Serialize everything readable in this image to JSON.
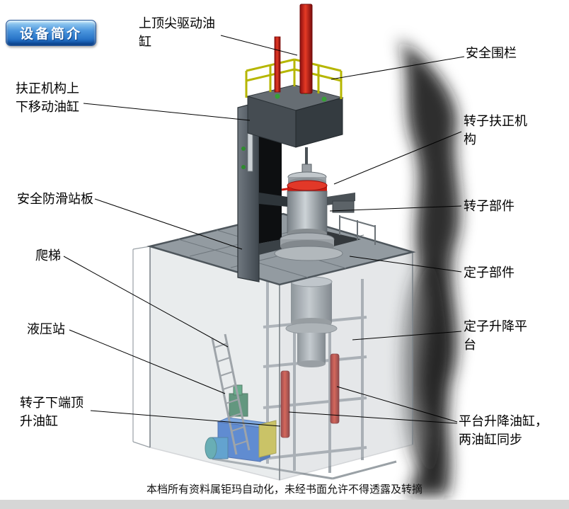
{
  "badge": {
    "label": "设备简介"
  },
  "callouts": {
    "top_cylinder": "上顶尖驱动油缸",
    "safety_fence": "安全围栏",
    "centering_cylinder": "扶正机构上下移动油缸",
    "rotor_centering": "转子扶正机构",
    "antislip_platform": "安全防滑站板",
    "ladder": "爬梯",
    "hydraulic_station": "液压站",
    "rotor_jack_cylinder": "转子下端顶升油缸",
    "rotor_part": "转子部件",
    "stator_part": "定子部件",
    "stator_lift_platform": "定子升降平台",
    "platform_lift_cylinders": "平台升降油缸，两油缸同步"
  },
  "footer": {
    "text": "本档所有资料属钜玛自动化，未经书面允许不得透露及转摘"
  },
  "diagram": {
    "type": "equipment-overview-3d-cad",
    "colors": {
      "badge_blue": "#0f5cb8",
      "cylinder_red": "#cc1a10",
      "railing_yellow": "#b6b600",
      "hydraulic_blue": "#2b6bd4",
      "hydraulic_yellow": "#cfc030",
      "pump_green": "#2f7d55",
      "structure_gray": "#8d959b",
      "smoke_dark": "#1a1a1a"
    }
  }
}
